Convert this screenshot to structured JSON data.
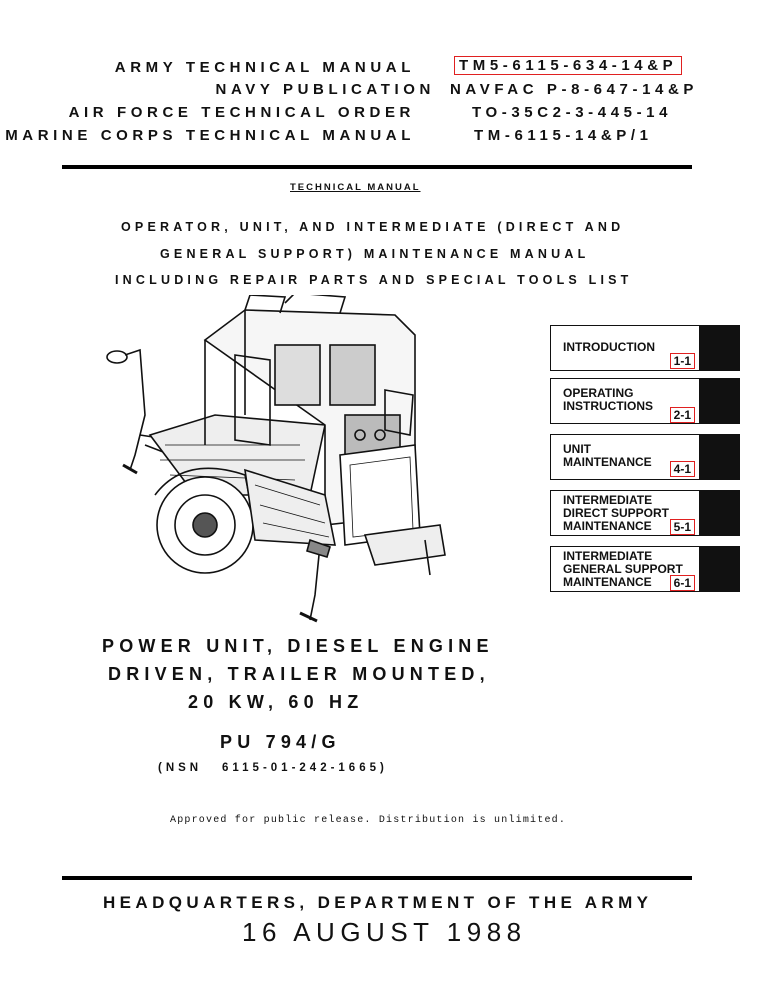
{
  "header": {
    "left": [
      "ARMY TECHNICAL MANUAL",
      "NAVY PUBLICATION",
      "AIR FORCE TECHNICAL ORDER",
      "MARINE CORPS TECHNICAL MANUAL"
    ],
    "right": [
      "TM5-6115-634-14&P",
      "NAVFAC P-8-647-14&P",
      "TO-35C2-3-445-14",
      "TM-6115-14&P/1"
    ]
  },
  "subtitle": "TECHNICAL MANUAL",
  "title_lines": [
    "OPERATOR, UNIT, AND INTERMEDIATE (DIRECT AND",
    "GENERAL SUPPORT) MAINTENANCE MANUAL",
    "INCLUDING REPAIR PARTS AND SPECIAL TOOLS LIST"
  ],
  "tabs": [
    {
      "label": "INTRODUCTION",
      "page": "1-1"
    },
    {
      "label": "OPERATING\nINSTRUCTIONS",
      "page": "2-1"
    },
    {
      "label": "UNIT\nMAINTENANCE",
      "page": "4-1"
    },
    {
      "label": "INTERMEDIATE\nDIRECT SUPPORT\nMAINTENANCE",
      "page": "5-1"
    },
    {
      "label": "INTERMEDIATE\nGENERAL SUPPORT\nMAINTENANCE",
      "page": "6-1"
    }
  ],
  "product": {
    "line1": "POWER UNIT, DIESEL ENGINE",
    "line2": "DRIVEN, TRAILER MOUNTED,",
    "line3": "20 KW, 60 HZ",
    "model": "PU 794/G",
    "nsn_prefix": "(NSN",
    "nsn": "6115-01-242-1665)"
  },
  "approval": "Approved for public release. Distribution is unlimited.",
  "footer": {
    "org": "HEADQUARTERS, DEPARTMENT OF THE ARMY",
    "date": "16 AUGUST 1988"
  },
  "colors": {
    "annotation_box": "#e02020",
    "ink": "#111111"
  }
}
